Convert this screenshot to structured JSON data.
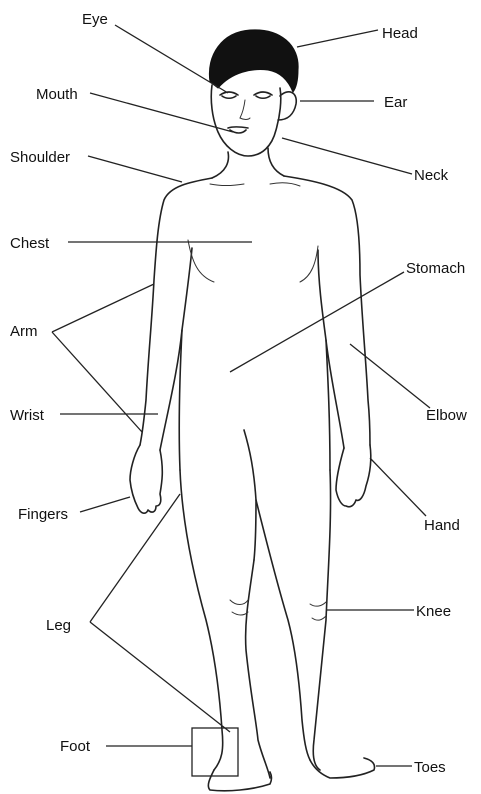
{
  "labels": {
    "eye": "Eye",
    "head": "Head",
    "mouth": "Mouth",
    "ear": "Ear",
    "shoulder": "Shoulder",
    "neck": "Neck",
    "chest": "Chest",
    "stomach": "Stomach",
    "arm": "Arm",
    "wrist": "Wrist",
    "elbow": "Elbow",
    "fingers": "Fingers",
    "hand": "Hand",
    "leg": "Leg",
    "knee": "Knee",
    "foot": "Foot",
    "toes": "Toes"
  }
}
